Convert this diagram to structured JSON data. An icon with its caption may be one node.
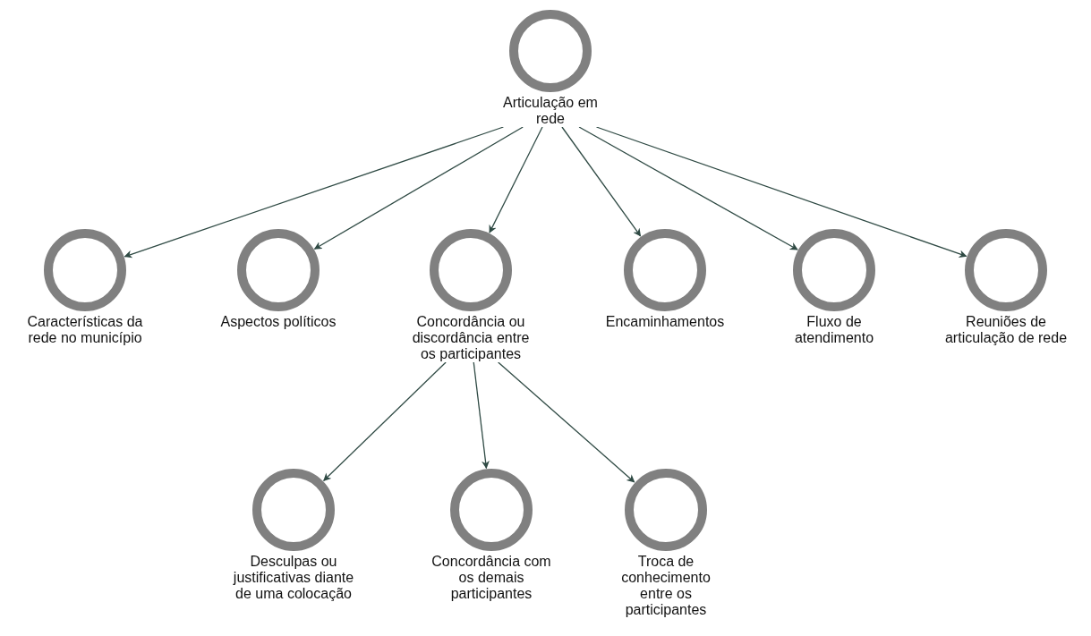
{
  "diagram": {
    "nodes": [
      {
        "text": [
          "Articulação em rede"
        ]
      },
      {
        "text": [
          "Características da rede no município"
        ]
      },
      {
        "text": [
          "Aspectos políticos"
        ]
      },
      {
        "text": [
          "Concordância ou discordância entre os participantes"
        ]
      },
      {
        "text": [
          "Encaminhamentos"
        ]
      },
      {
        "text": [
          "Fluxo de atendimento"
        ]
      },
      {
        "text": [
          "Reuniões de articulação de rede"
        ]
      },
      {
        "text": [
          "Desculpas ou justificativas diante de uma colocação"
        ]
      },
      {
        "text": [
          "Concordância com os demais participantes"
        ]
      },
      {
        "text": [
          "Troca de conhecimento entre os participantes"
        ]
      }
    ],
    "edges": [
      {
        "from": 0,
        "to": 1,
        "arrow": "to"
      },
      {
        "from": 0,
        "to": 2,
        "arrow": "to"
      },
      {
        "from": 0,
        "to": 3,
        "arrow": "to"
      },
      {
        "from": 0,
        "to": 4,
        "arrow": "to"
      },
      {
        "from": 0,
        "to": 5,
        "arrow": "to"
      },
      {
        "from": 0,
        "to": 6,
        "arrow": "to"
      },
      {
        "from": 3,
        "to": 7,
        "arrow": "to"
      },
      {
        "from": 3,
        "to": 8,
        "arrow": "to"
      },
      {
        "from": 3,
        "to": 9,
        "arrow": "to"
      }
    ]
  }
}
